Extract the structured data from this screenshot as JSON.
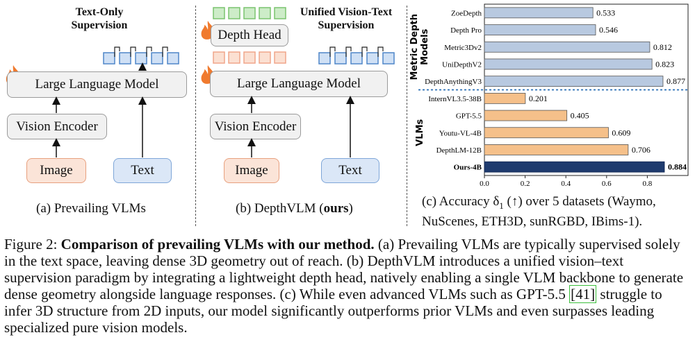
{
  "panel_a": {
    "title": "Text-Only\nSupervision",
    "llm_label": "Large Language Model",
    "encoder_label": "Vision Encoder",
    "image_label": "Image",
    "text_label": "Text",
    "caption": "(a) Prevailing VLMs"
  },
  "panel_b": {
    "title": "Unified Vision-Text\nSupervision",
    "depth_head_label": "Depth Head",
    "llm_label": "Large Language Model",
    "encoder_label": "Vision Encoder",
    "image_label": "Image",
    "text_label": "Text",
    "caption_prefix": "(b) DepthVLM (",
    "caption_bold": "ours",
    "caption_suffix": ")"
  },
  "panel_c": {
    "caption_line1": "(c) Accuracy δ",
    "caption_sub": "1",
    "caption_line1_rest": " (↑) over 5 datasets (Waymo,",
    "caption_line2": "NuScenes, ETH3D, sunRGBD, IBims-1)."
  },
  "figure_caption": {
    "label": "Figure 2: ",
    "bold": "Comparison of prevailing VLMs with our method.",
    "text1": " (a) Prevailing VLMs are typically supervised solely in the text space, leaving dense 3D geometry out of reach. (b) DepthVLM introduces a unified vision–text supervision paradigm by integrating a lightweight depth head, natively enabling a single VLM backbone to generate dense geometry alongside language responses. (c) While even advanced VLMs such as GPT-5.5 ",
    "cite": "[41]",
    "text2": " struggle to infer 3D structure from 2D inputs, our model significantly outperforms prior VLMs and even surpasses leading specialized pure vision models."
  },
  "chart_data": {
    "type": "bar",
    "orientation": "horizontal",
    "groups": [
      {
        "name": "Metric Depth Models",
        "categories": [
          "ZoeDepth",
          "Depth Pro",
          "Metric3Dv2",
          "UniDepthV2",
          "DepthAnythingV3"
        ],
        "values": [
          0.533,
          0.546,
          0.812,
          0.823,
          0.877
        ]
      },
      {
        "name": "VLMs",
        "categories": [
          "InternVL3.5-38B",
          "GPT-5.5",
          "Youtu-VL-4B",
          "DepthLM-12B",
          "Ours-4B"
        ],
        "values": [
          0.201,
          0.405,
          0.609,
          0.706,
          0.884
        ]
      }
    ],
    "highlight": "Ours-4B",
    "xlim": [
      0,
      1.0
    ],
    "xticks": [
      "0.0",
      "0.2",
      "0.4",
      "0.6",
      "0.8"
    ],
    "colors": {
      "metric": "#b8c9e0",
      "vlm": "#f5c08a",
      "ours": "#1f3b6e"
    }
  }
}
